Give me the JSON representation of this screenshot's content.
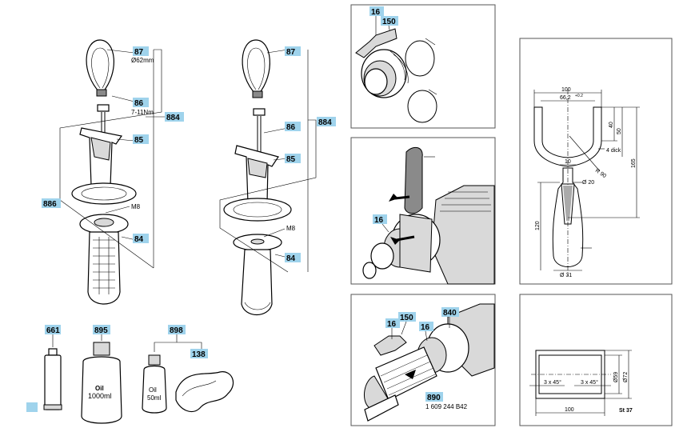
{
  "part_labels": {
    "p87a": "87",
    "p86a": "86",
    "p884a": "884",
    "p85a": "85",
    "p886": "886",
    "p84a": "84",
    "p87b": "87",
    "p86b": "86",
    "p884b": "884",
    "p85b": "85",
    "p84b": "84",
    "p661": "661",
    "p895": "895",
    "p898": "898",
    "p138": "138",
    "p16a": "16",
    "p150a": "150",
    "p16b": "16",
    "p16c": "16",
    "p150b": "150",
    "p16d": "16",
    "p840": "840",
    "p890": "890"
  },
  "annotations": {
    "diam62": "Ø62mm",
    "torque": "7-11Nm",
    "m8a": "M8",
    "m8b": "M8",
    "oil_large_1": "Oil",
    "oil_large_2": "1000ml",
    "oil_small_1": "Oil",
    "oil_small_2": "50ml",
    "part_number": "1 609 244 B42"
  },
  "dimensions": {
    "d100": "100",
    "d66": "66,2",
    "d66tol": "+0.2",
    "d40": "40",
    "d50": "50",
    "d4dick": "4 dick",
    "d165": "165",
    "d10": "10",
    "dR90": "R 90",
    "dD20": "Ø 20",
    "d120": "120",
    "dD31": "Ø 31",
    "tube_cham1": "3 x 45°",
    "tube_cham2": "3 x 45°",
    "tube_d59": "Ø59",
    "tube_d72": "Ø72",
    "tube_len": "100",
    "tube_mat": "St 37"
  },
  "colors": {
    "tag": "#9fd3ec",
    "line": "#000000",
    "panel_border": "#555555"
  }
}
